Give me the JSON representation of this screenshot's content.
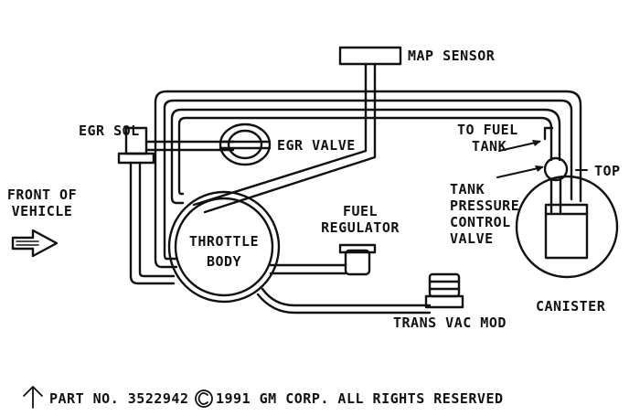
{
  "labels": {
    "map_sensor": "MAP SENSOR",
    "egr_sol": "EGR SOL",
    "egr_valve": "EGR VALVE",
    "to_fuel_tank": [
      "TO FUEL",
      "TANK"
    ],
    "top": "TOP",
    "tank_pressure_control_valve": [
      "TANK",
      "PRESSURE",
      "CONTROL",
      "VALVE"
    ],
    "front_of_vehicle": [
      "FRONT OF",
      "VEHICLE"
    ],
    "throttle_body": [
      "THROTTLE",
      "BODY"
    ],
    "fuel_regulator": [
      "FUEL",
      "REGULATOR"
    ],
    "canister": "CANISTER",
    "trans_vac_mod": "TRANS VAC MOD"
  },
  "footer": {
    "part_text": "PART NO. 3522942",
    "copyright_text": "1991 GM CORP. ALL RIGHTS RESERVED"
  },
  "colors": {
    "ink": "#111111",
    "paper": "#ffffff"
  }
}
